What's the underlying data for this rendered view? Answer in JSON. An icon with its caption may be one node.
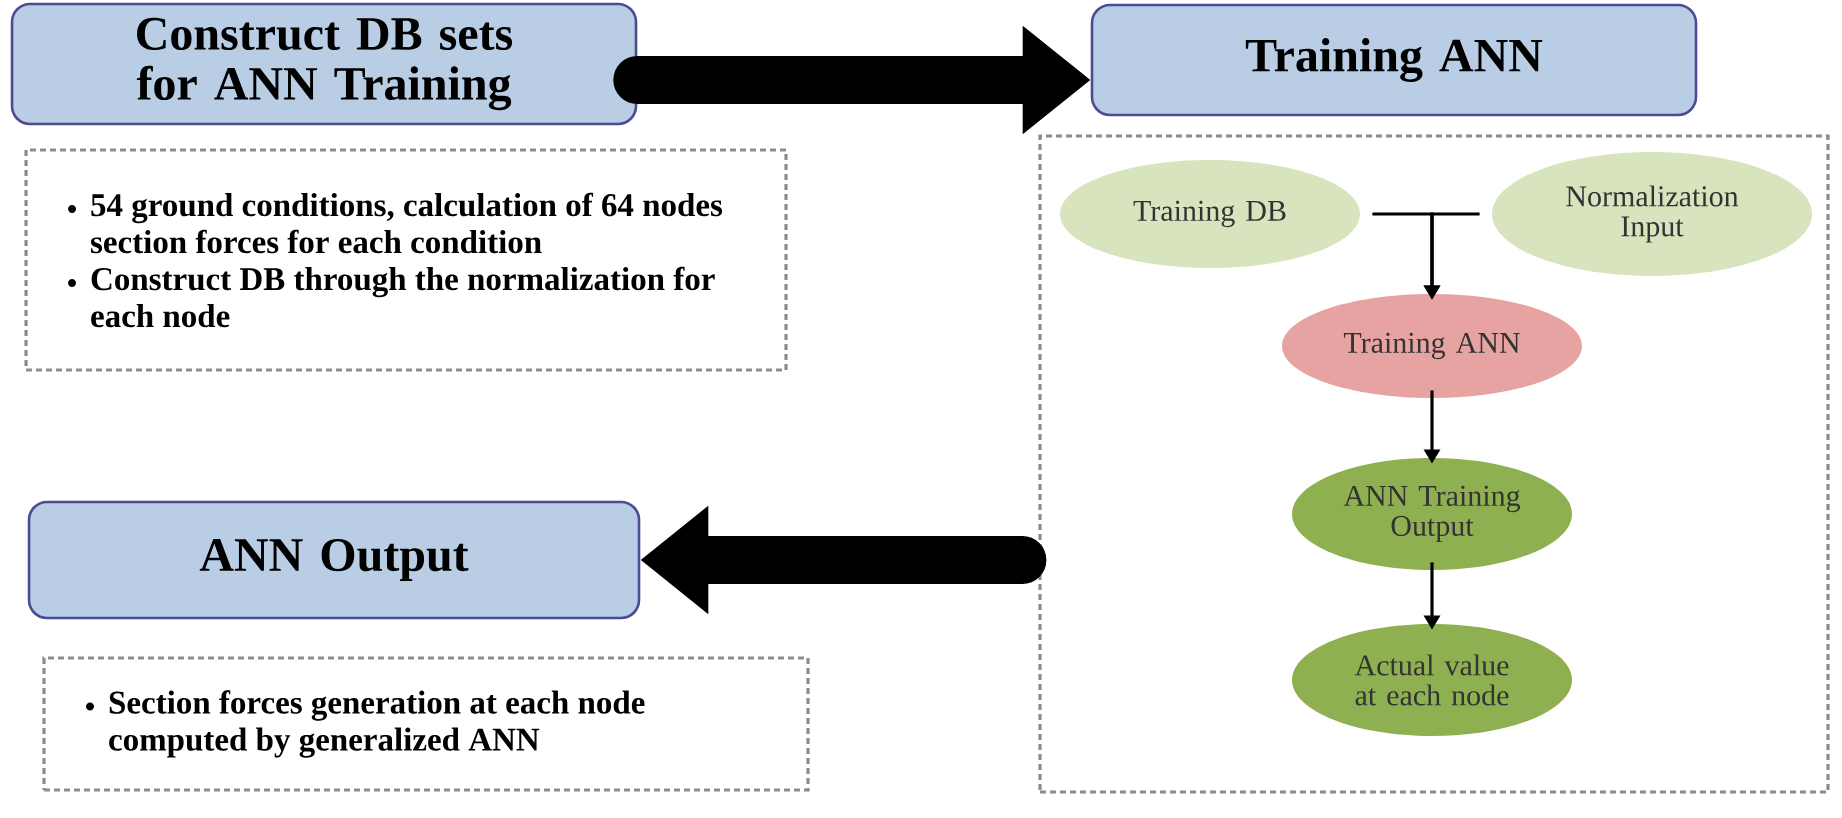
{
  "diagram": {
    "nodes": [
      {
        "text": [
          "Construct DB sets for ANN Training"
        ]
      },
      {
        "text": [
          "54 ground conditions, calculation of  64 nodes section forces for each condition",
          "Construct DB through the normalization for each node"
        ]
      },
      {
        "text": [
          "Training ANN"
        ]
      },
      {
        "text": [],
        "shape": "box"
      },
      {
        "text": [
          "Training DB"
        ],
        "in": 3
      },
      {
        "text": [
          "Normalization Input"
        ],
        "in": 3
      },
      {
        "text": [
          "Training ANN"
        ],
        "in": 3
      },
      {
        "text": [
          "ANN Training Output"
        ],
        "in": 3
      },
      {
        "text": [
          "Actual value at each node"
        ],
        "in": 3
      },
      {
        "text": [
          "ANN Output"
        ]
      },
      {
        "text": [
          "Section forces generation at each node computed by generalized ANN"
        ]
      }
    ],
    "edges": [
      {
        "from": 0,
        "to": 2,
        "arrow": "to",
        "style": "thick"
      },
      {
        "from": 3,
        "to": 9,
        "arrow": "to",
        "style": "thick"
      },
      {
        "from": 4,
        "to": 6,
        "arrow": "to"
      },
      {
        "from": 5,
        "to": 6,
        "arrow": "to"
      },
      {
        "from": 6,
        "to": 7,
        "arrow": "to"
      },
      {
        "from": 7,
        "to": 8,
        "arrow": "to"
      }
    ]
  }
}
